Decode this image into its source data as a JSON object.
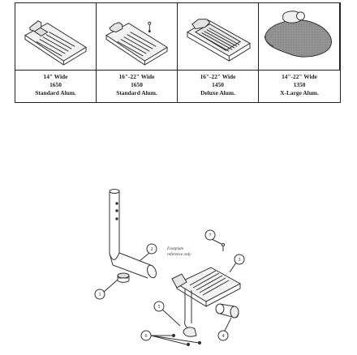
{
  "footplates": [
    {
      "width": "14\" Wide",
      "part_number": "1650",
      "type": "Standard Alum.",
      "icon": "standard-alum-footplate-icon"
    },
    {
      "width": "16\"-22\" Wide",
      "part_number": "1650",
      "type": "Standard Alum.",
      "icon": "standard-alum-footplate-with-pin-icon"
    },
    {
      "width": "16\"-22\" Wide",
      "part_number": "1450",
      "type": "Deluxe Alum.",
      "icon": "deluxe-alum-footplate-icon"
    },
    {
      "width": "14\"-22\" Wide",
      "part_number": "1350",
      "type": "X-Large Alum.",
      "icon": "xlarge-alum-footplate-icon"
    }
  ],
  "diagram": {
    "note_line1": "Footplate",
    "note_line2": "reference only",
    "callouts": [
      "1",
      "2",
      "3",
      "4",
      "5",
      "6",
      "7"
    ]
  }
}
